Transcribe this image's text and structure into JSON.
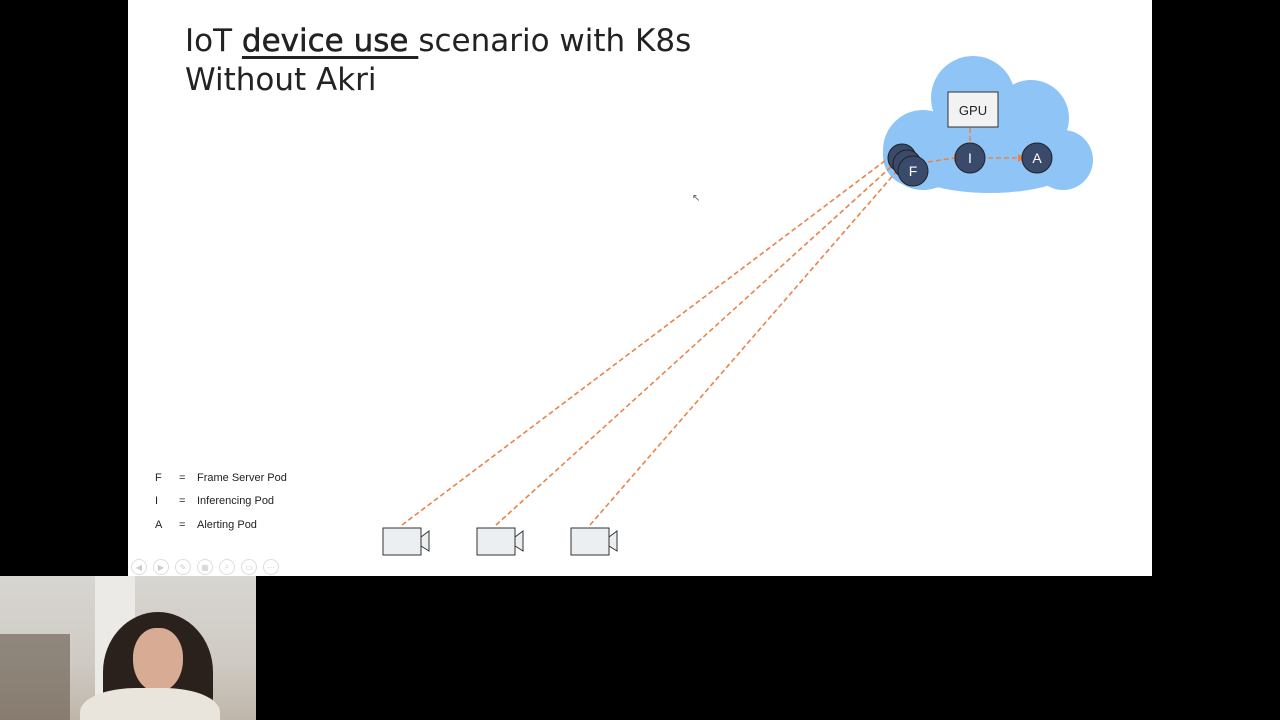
{
  "slide": {
    "title_line1_prefix": "IoT ",
    "title_line1_bold": "device use ",
    "title_line1_suffix": "scenario with K8s",
    "title_line2": "Without Akri"
  },
  "diagram": {
    "gpu_label": "GPU",
    "pod_frame_server": "F",
    "pod_inferencing": "I",
    "pod_alerting": "A",
    "cloud_color": "#8ec5f6",
    "pod_color": "#3a4a6b",
    "link_color": "#e8834a"
  },
  "legend": [
    {
      "key": "F",
      "eq": "=",
      "desc": "Frame Server Pod"
    },
    {
      "key": "I",
      "eq": "=",
      "desc": "Inferencing Pod"
    },
    {
      "key": "A",
      "eq": "=",
      "desc": "Alerting Pod"
    }
  ]
}
